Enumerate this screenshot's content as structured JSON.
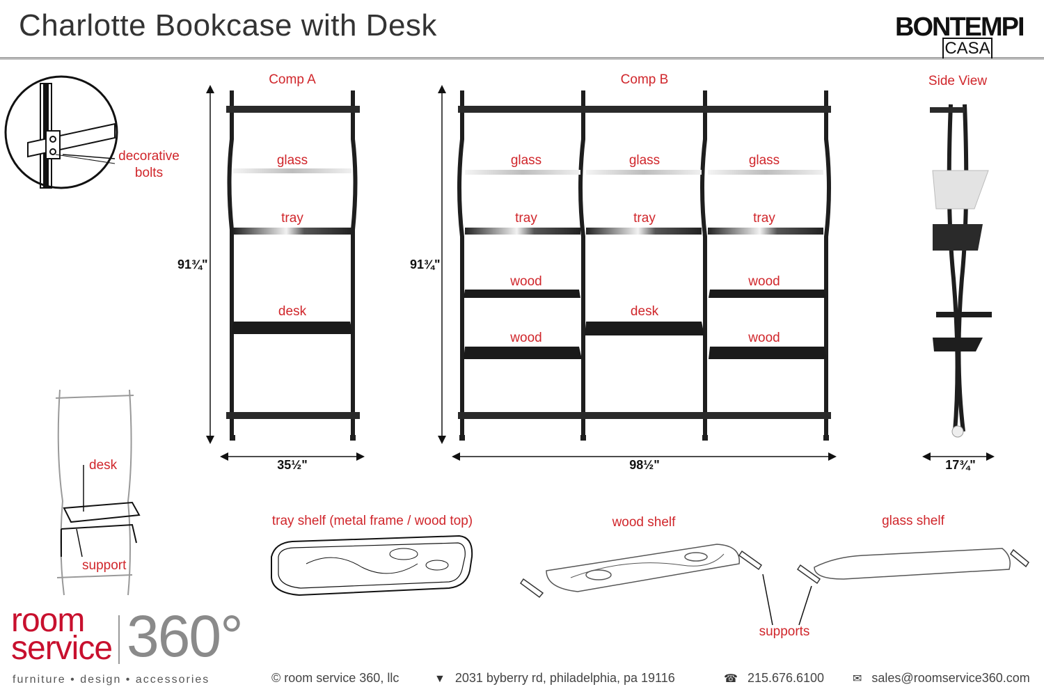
{
  "header": {
    "title": "Charlotte Bookcase with Desk",
    "brand_main": "BONTEMPI",
    "brand_sub": "CASA"
  },
  "detail": {
    "label_line1": "decorative",
    "label_line2": "bolts"
  },
  "comp_a": {
    "title": "Comp A",
    "shelf_labels": [
      "glass",
      "tray",
      "desk"
    ],
    "height": "91¾\"",
    "width": "35½\""
  },
  "comp_b": {
    "title": "Comp B",
    "glass_labels": [
      "glass",
      "glass",
      "glass"
    ],
    "tray_labels": [
      "tray",
      "tray",
      "tray"
    ],
    "wood_upper": [
      "wood",
      "wood"
    ],
    "desk_label": "desk",
    "wood_lower": [
      "wood",
      "wood"
    ],
    "height": "91¾\"",
    "width": "98½\""
  },
  "side_view": {
    "title": "Side View",
    "depth": "17¾\""
  },
  "assembly": {
    "desk_label": "desk",
    "support_label": "support"
  },
  "shelves": {
    "tray_title": "tray shelf (metal frame / wood top)",
    "wood_title": "wood shelf",
    "glass_title": "glass shelf",
    "supports_label": "supports"
  },
  "footer": {
    "logo_room": "room",
    "logo_service": "service",
    "logo_360": "360°",
    "tagline": "furniture  •  design  •  accessories",
    "company": "© room service 360, llc",
    "address": "2031 byberry rd, philadelphia, pa 19116",
    "phone": "215.676.6100",
    "email": "sales@roomservice360.com",
    "icons": [
      "map-pin-icon",
      "phone-icon",
      "mail-icon"
    ]
  },
  "colors": {
    "label_red": "#d0262b",
    "brand_red": "#c8102e",
    "frame_dark": "#1e1e1e"
  }
}
